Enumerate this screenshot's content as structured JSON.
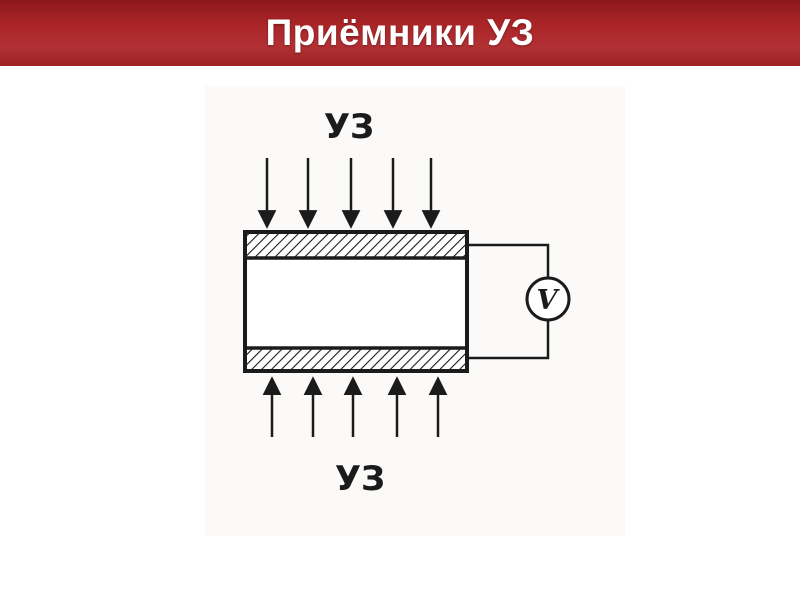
{
  "header": {
    "title": "Приёмники УЗ",
    "bg_top_color": "#8c181b",
    "bg_bottom_color": "#b23034",
    "text_color": "#ffffff"
  },
  "diagram": {
    "top_wave_label": "УЗ",
    "bottom_wave_label": "УЗ",
    "voltmeter_label": "V",
    "ink_color": "#1b1b1b",
    "background_color": "#ffffff",
    "arrow_count_top": 5,
    "arrow_count_bottom": 5
  }
}
